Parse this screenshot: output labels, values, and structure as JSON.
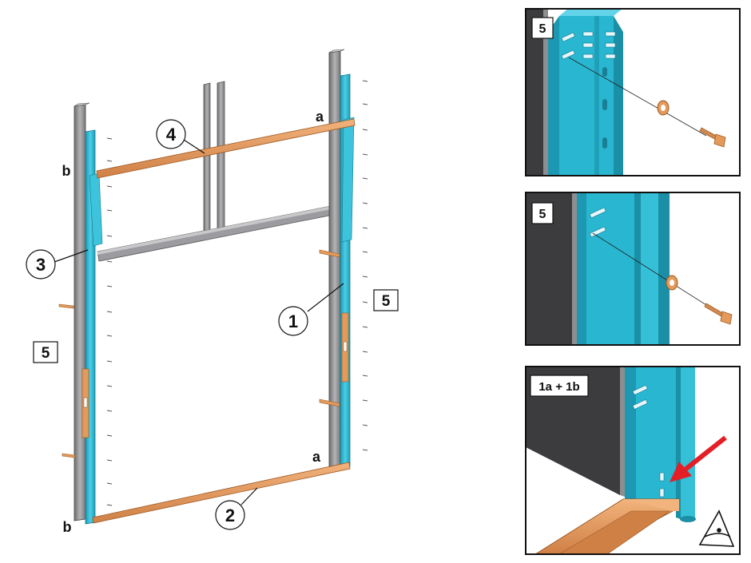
{
  "main": {
    "callouts": {
      "c1": "1",
      "c2": "2",
      "c3": "3",
      "c4": "4"
    },
    "point_labels": {
      "a_top": "a",
      "a_bottom": "a",
      "b_top": "b",
      "b_bottom": "b"
    },
    "step_boxes": {
      "left": "5",
      "right": "5"
    }
  },
  "details": {
    "panel1_label": "5",
    "panel2_label": "5",
    "panel3_label": "1a + 1b"
  },
  "colors": {
    "upright_blue": "#29b6d0",
    "upright_dark": "#1a8fa6",
    "beam_orange": "#e39a5a",
    "wall_grey": "#8a8a8c",
    "wall_dark": "#3c3c3e",
    "arrow_red": "#e41e26"
  }
}
